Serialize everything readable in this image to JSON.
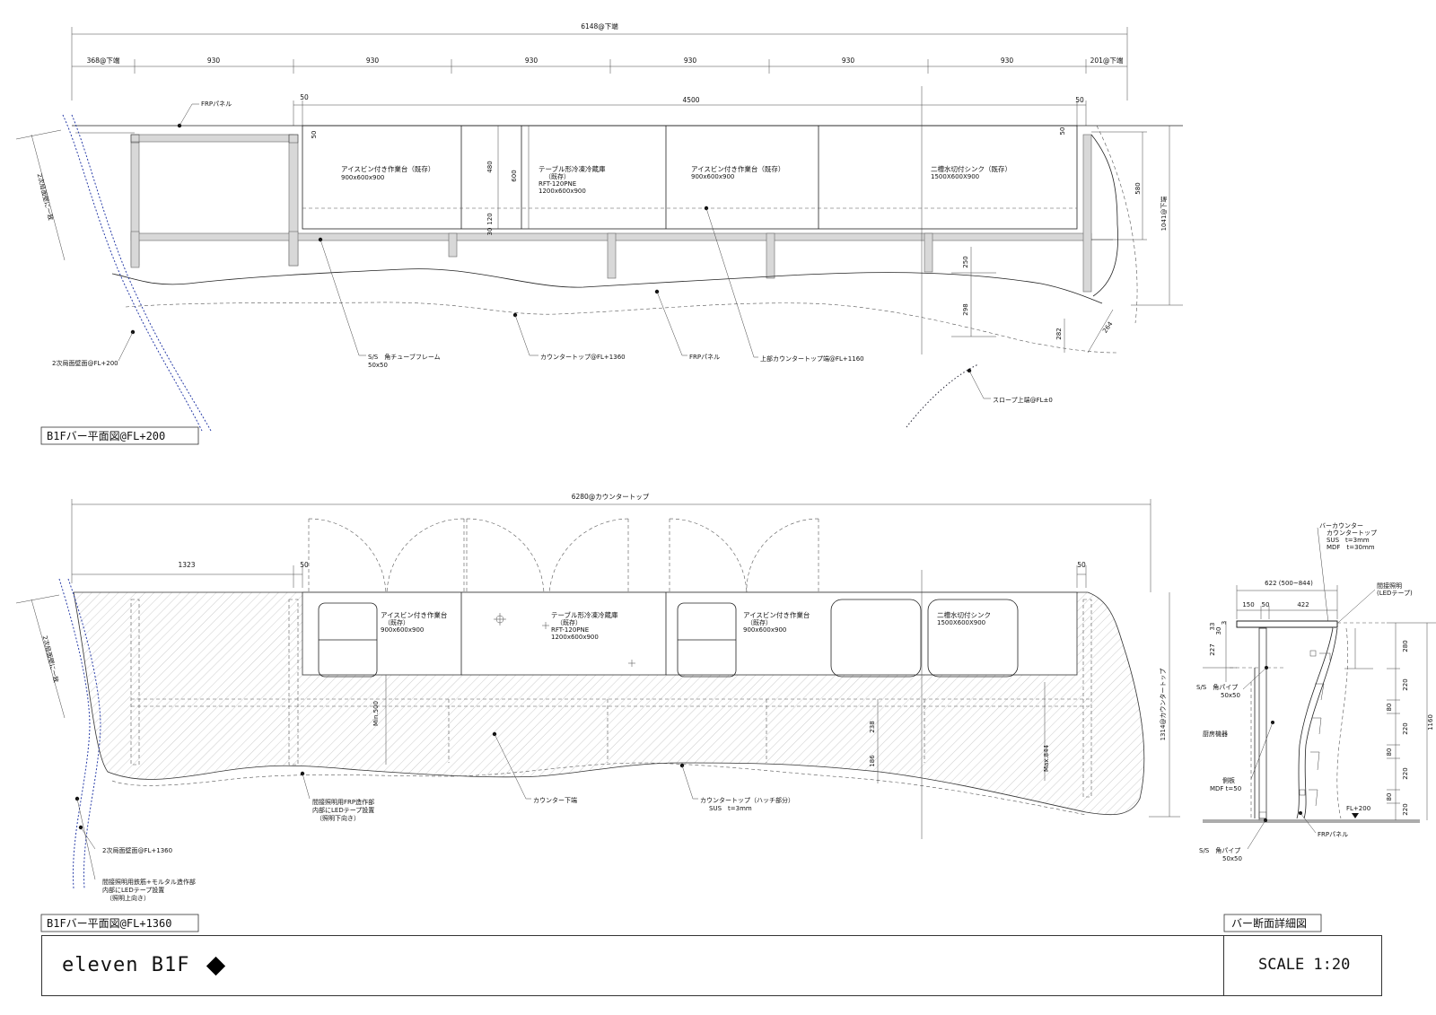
{
  "plan1": {
    "title": "B1Fバー平面図@FL+200",
    "overall": "6148@下端",
    "segments": [
      "368@下端",
      "930",
      "930",
      "930",
      "930",
      "930",
      "930",
      "201@下端"
    ],
    "inner": {
      "left50": "50",
      "span": "4500",
      "right50": "50"
    },
    "vert": {
      "d50a": "50",
      "d50b": "50",
      "d480": "480",
      "d600": "600",
      "d30": "30",
      "d120": "120",
      "d580": "580",
      "d1041": "1041@下端",
      "d250": "250",
      "d298": "298",
      "d282": "282",
      "d264": "264"
    },
    "leftLabel": "2次局面壁に一致",
    "equip": [
      {
        "name": "アイスビン付き作業台（既存）",
        "size": "900x600x900"
      },
      {
        "name": "テーブル形冷凍冷蔵庫",
        "sub1": "（既存）",
        "sub2": "RFT-120PNE",
        "size": "1200x600x900"
      },
      {
        "name": "アイスビン付き作業台（既存）",
        "size": "900x600x900"
      },
      {
        "name": "二槽水切付シンク（既存）",
        "size": "1500X600X900"
      }
    ],
    "notes": {
      "frp_top": "FRPパネル",
      "wall": "2次局面壁面@FL+200",
      "frame1": "S/S　角チューブフレーム",
      "frame2": "50x50",
      "counter": "カウンタートップ@FL+1360",
      "frp_bottom": "FRPパネル",
      "upper": "上部カウンタートップ端@FL+1160",
      "slope": "スロープ上端@FL±0"
    }
  },
  "plan2": {
    "title": "B1Fバー平面図@FL+1360",
    "overall": "6280@カウンタートップ",
    "d1323": "1323",
    "d50l": "50",
    "d50r": "50",
    "leftLabel": "2次局面壁に一致",
    "rightDim": "1314@カウンタートップ",
    "min500": "Min.500",
    "d238": "238",
    "d186": "186",
    "max844": "Max.844",
    "equip": [
      {
        "name": "アイスビン付き作業台",
        "sub1": "（既存）",
        "size": "900x600x900"
      },
      {
        "name": "テーブル形冷凍冷蔵庫",
        "sub1": "（既存）",
        "sub2": "RFT-120PNE",
        "size": "1200x600x900"
      },
      {
        "name": "アイスビン付き作業台",
        "sub1": "（既存）",
        "size": "900x600x900"
      },
      {
        "name": "二槽水切付シンク",
        "sub1": "1500X600X900"
      }
    ],
    "notes": {
      "light1": "間接照明用FRP造作部",
      "light2": "内部にLEDテープ設置",
      "light3": "（照明下向き）",
      "under": "カウンター下端",
      "top1": "カウンタートップ（ハッチ部分）",
      "top2": "SUS　t=3mm",
      "wall": "2次局面壁面@FL+1360",
      "mortar1": "間接照明用鉄筋+モルタル造作部",
      "mortar2": "内部にLEDテープ設置",
      "mortar3": "（照明上向き）"
    }
  },
  "section": {
    "title": "バー断面詳細図",
    "h1": "バーカウンター",
    "h2": "カウンタートップ",
    "h3": "SUS　t=3mm",
    "h4": "MDF　t=30mm",
    "light1": "間接照明",
    "light2": "(LEDテープ)",
    "d622": "622 (500~844)",
    "d150": "150",
    "d50": "50",
    "d422": "422",
    "d33": "33",
    "d30": "30",
    "d3": "3",
    "d227": "227",
    "d280": "280",
    "d220a": "220",
    "d80a": "80",
    "d220b": "220",
    "d80b": "80",
    "d220c": "220",
    "d80c": "80",
    "d220d": "220",
    "d1160": "1160",
    "pipe1a": "S/S　角パイプ",
    "pipe1b": "50x50",
    "kitchen": "厨房機器",
    "side1": "側板",
    "side2": "MDF t=50",
    "fl": "FL+200",
    "frp": "FRPパネル",
    "pipe2a": "S/S　角パイプ",
    "pipe2b": "50x50"
  },
  "titleBlock": {
    "project": "eleven B1F",
    "scale": "SCALE 1:20"
  }
}
